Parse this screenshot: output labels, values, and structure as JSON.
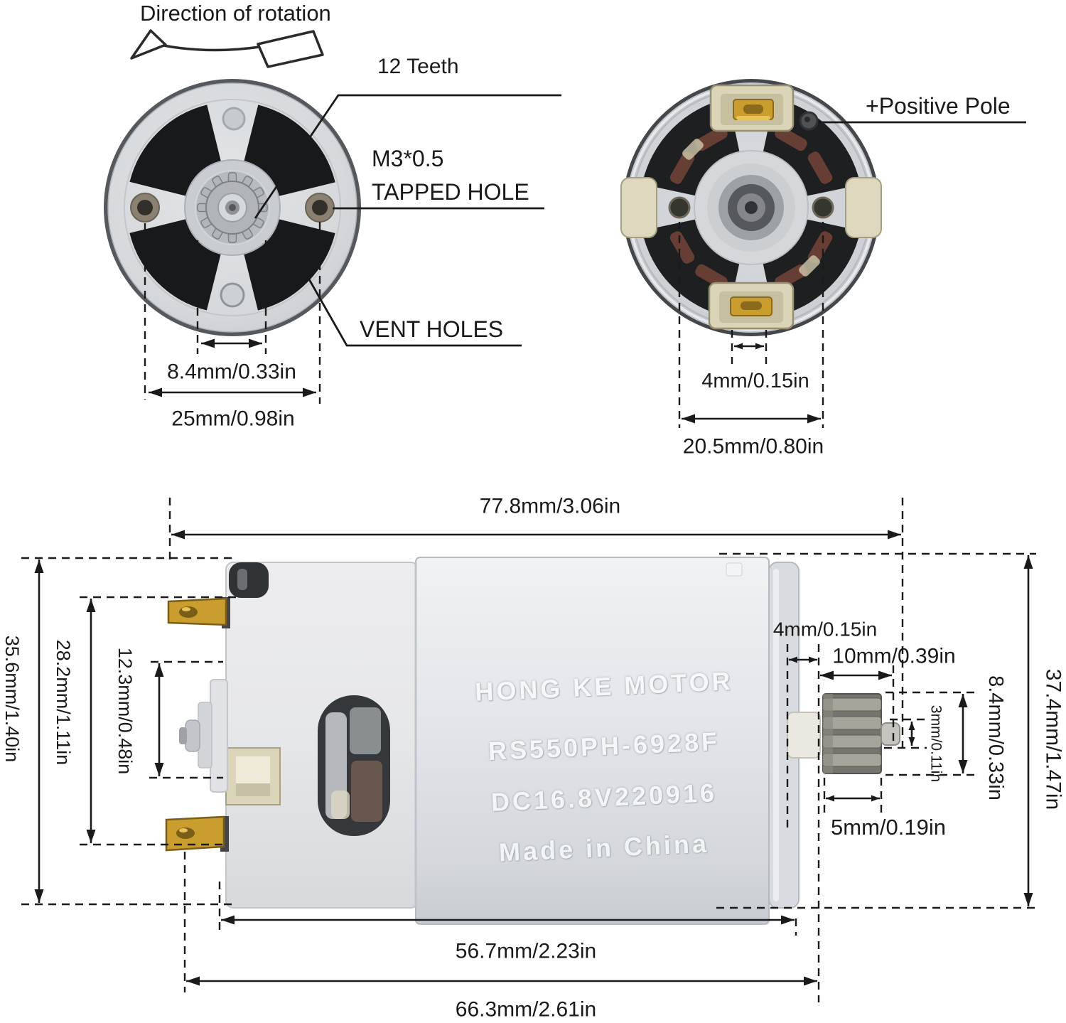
{
  "labels": {
    "direction_of_rotation": "Direction of rotation",
    "teeth": "12 Teeth",
    "thread_spec": "M3*0.5",
    "tapped_hole": "TAPPED HOLE",
    "vent_holes": "VENT HOLES",
    "positive_pole": "+Positive Pole"
  },
  "front_view": {
    "dim_gear_od": "8.4mm/0.33in",
    "dim_hole_spacing": "25mm/0.98in"
  },
  "back_view": {
    "dim_terminal_width": "4mm/0.15in",
    "dim_hole_spacing": "20.5mm/0.80in"
  },
  "side_view": {
    "dim_total_length": "77.8mm/3.06in",
    "dim_height_overall": "35.6mm/1.40in",
    "dim_terminal_span": "28.2mm/1.11in",
    "dim_boss_span": "12.3mm/0.48in",
    "dim_bushing_length": "4mm/0.15in",
    "dim_shaft_length": "10mm/0.39in",
    "dim_shaft_diameter": "3mm/0.11in",
    "dim_gear_diameter": "8.4mm/0.33in",
    "dim_body_diameter": "37.4mm/1.47in",
    "dim_gear_width": "5mm/0.19in",
    "dim_case_length": "56.7mm/2.23in",
    "dim_body_length": "66.3mm/2.61in",
    "print_line1": "HONG KE MOTOR",
    "print_line2": "RS550PH-6928F",
    "print_line3": "DC16.8V220916",
    "print_line4": "Made in China"
  },
  "colors": {
    "line": "#1a1a1a",
    "gold_terminal": "#c99d2e",
    "cream_plastic": "#dad4b8",
    "motor_body_gray": "#e4e7eb",
    "vent_black": "#1d1f21",
    "gear_metal": "#a7a49c"
  }
}
